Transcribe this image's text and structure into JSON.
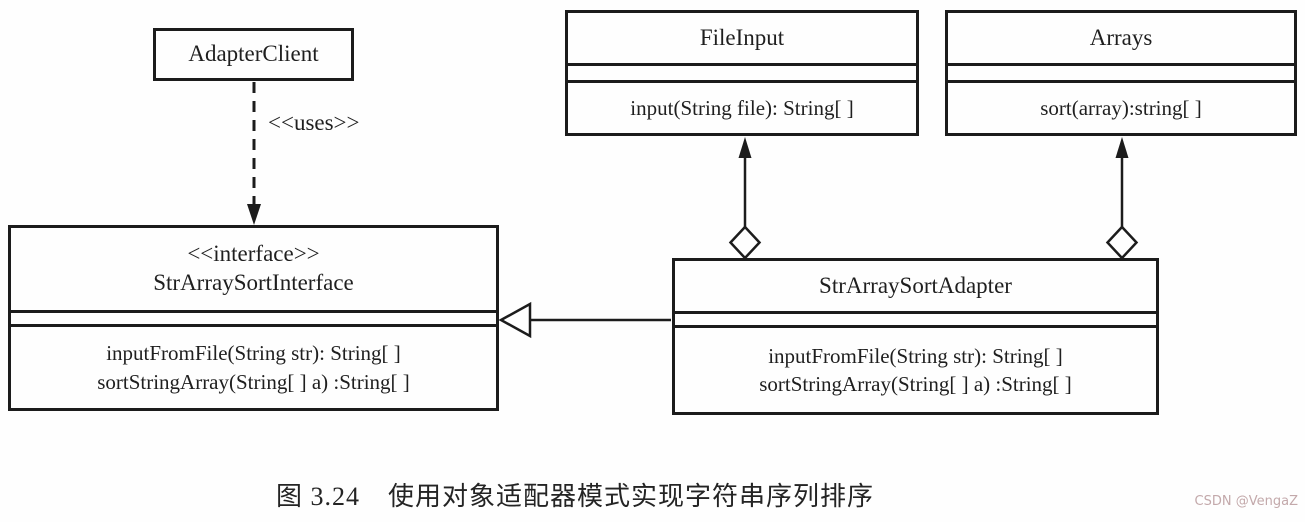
{
  "diagram": {
    "classes": {
      "adapter_client": {
        "name": "AdapterClient"
      },
      "file_input": {
        "name": "FileInput",
        "methods": [
          "input(String file): String[ ]"
        ]
      },
      "arrays": {
        "name": "Arrays",
        "methods": [
          "sort(array):string[ ]"
        ]
      },
      "sort_interface": {
        "stereotype": "<<interface>>",
        "name": "StrArraySortInterface",
        "methods": [
          "inputFromFile(String str): String[ ]",
          "sortStringArray(String[ ] a) :String[ ]"
        ]
      },
      "sort_adapter": {
        "name": "StrArraySortAdapter",
        "methods": [
          "inputFromFile(String str): String[ ]",
          "sortStringArray(String[ ] a) :String[ ]"
        ]
      }
    },
    "relationships": {
      "uses_label": "<<uses>>"
    },
    "caption": {
      "figure_number": "图 3.24",
      "title": "使用对象适配器模式实现字符串序列排序"
    },
    "watermark": "CSDN @VengaZ",
    "colors": {
      "line": "#1c1c1c",
      "background": "#fefefe",
      "watermark": "#c3a9ab"
    }
  }
}
